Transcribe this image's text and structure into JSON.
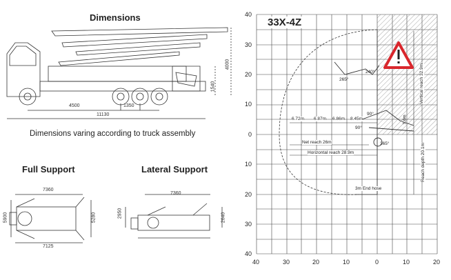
{
  "left": {
    "dimensions_title": "Dimensions",
    "dim_4000": "4000",
    "dim_1540": "1540",
    "dim_4500": "4500",
    "dim_1350": "1350",
    "dim_11130": "11130",
    "caption": "Dimensions varing according to truck assembly",
    "full_support_title": "Full Support",
    "lateral_support_title": "Lateral Support",
    "full_7360": "7360",
    "full_5900": "5900",
    "full_5280": "5280",
    "full_7125": "7125",
    "lat_7360": "7360",
    "lat_2950": "2950",
    "lat_2640": "2640"
  },
  "chart": {
    "model_title": "33X-4Z",
    "x_ticks": [
      "40",
      "30",
      "20",
      "10",
      "0",
      "10",
      "20"
    ],
    "y_ticks": [
      "40",
      "30",
      "20",
      "10",
      "0",
      "10",
      "20",
      "30",
      "40"
    ],
    "section_lengths": [
      "6.72m",
      "6.87m",
      "6.86m",
      "8.45m"
    ],
    "net_reach": "Net reach 26m",
    "horizontal_reach": "Horizontal reach 28.9m",
    "end_hose": "3m End hose",
    "vertical_reach": "Vertical reach 32.9m",
    "reach_depth": "Reach depth 20.1m",
    "dim_7_6m": "7.6m",
    "angle_365": "365°",
    "angle_240": "240°",
    "angle_265": "265°",
    "angle_90a": "90°",
    "angle_90b": "90°"
  },
  "colors": {
    "warning_red": "#d9262c",
    "grid": "#444444"
  },
  "icons": [
    "warning-triangle-icon"
  ]
}
